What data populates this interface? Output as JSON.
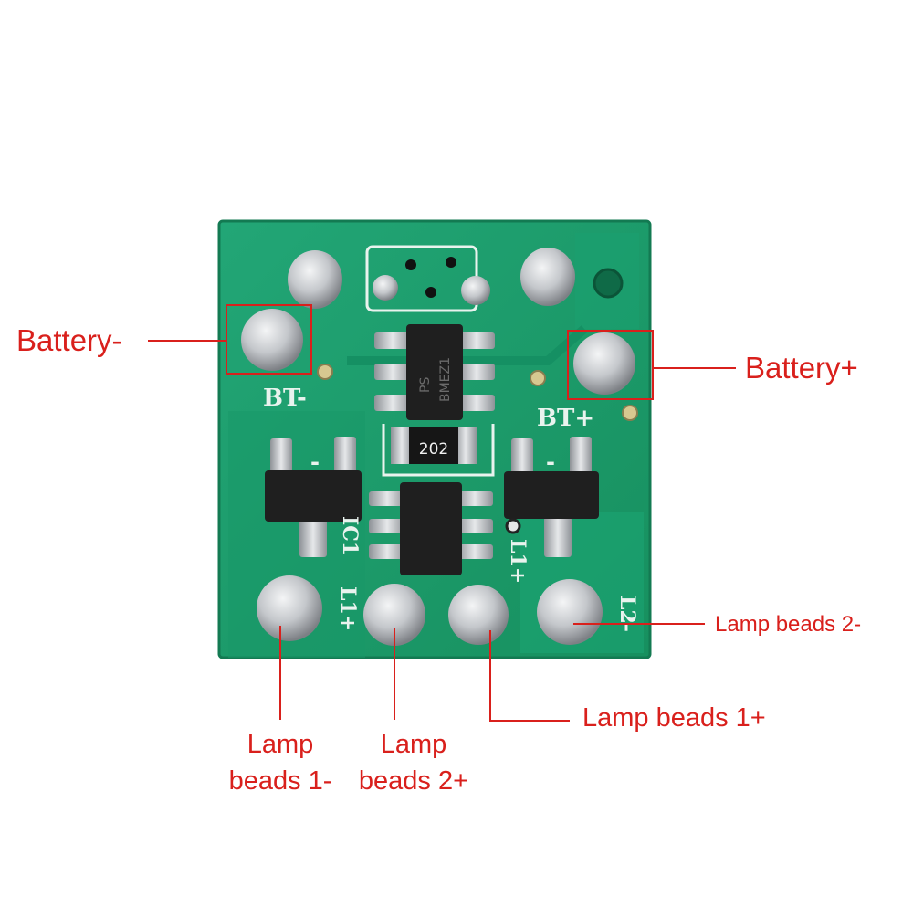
{
  "labels": {
    "battery_minus": "Battery-",
    "battery_plus": "Battery+",
    "lamp_beads_2_minus": "Lamp beads 2-",
    "lamp_beads_1_plus": "Lamp beads 1+",
    "lamp_beads_1_minus": [
      "Lamp",
      "beads 1-"
    ],
    "lamp_beads_2_plus": [
      "Lamp",
      "beads 2+"
    ]
  },
  "silkscreen": {
    "bt_minus": "BT-",
    "bt_plus": "BT+",
    "resistor_code": "202",
    "chip_top_code_1": "PS",
    "chip_top_code_2": "BMEZ1",
    "ic_ref": "IC1",
    "l1_plus": "L1+",
    "l1_plus_right": "L1+",
    "l2_minus": "L2-",
    "minus_left": "-",
    "minus_right": "-"
  },
  "colors": {
    "callout": "#d9201c",
    "pcb": "#1c9a6c",
    "pcb_edge": "#137a52",
    "solder": "#c9ccd0",
    "chip": "#1f1f1f",
    "silk": "#e9f3ee"
  }
}
